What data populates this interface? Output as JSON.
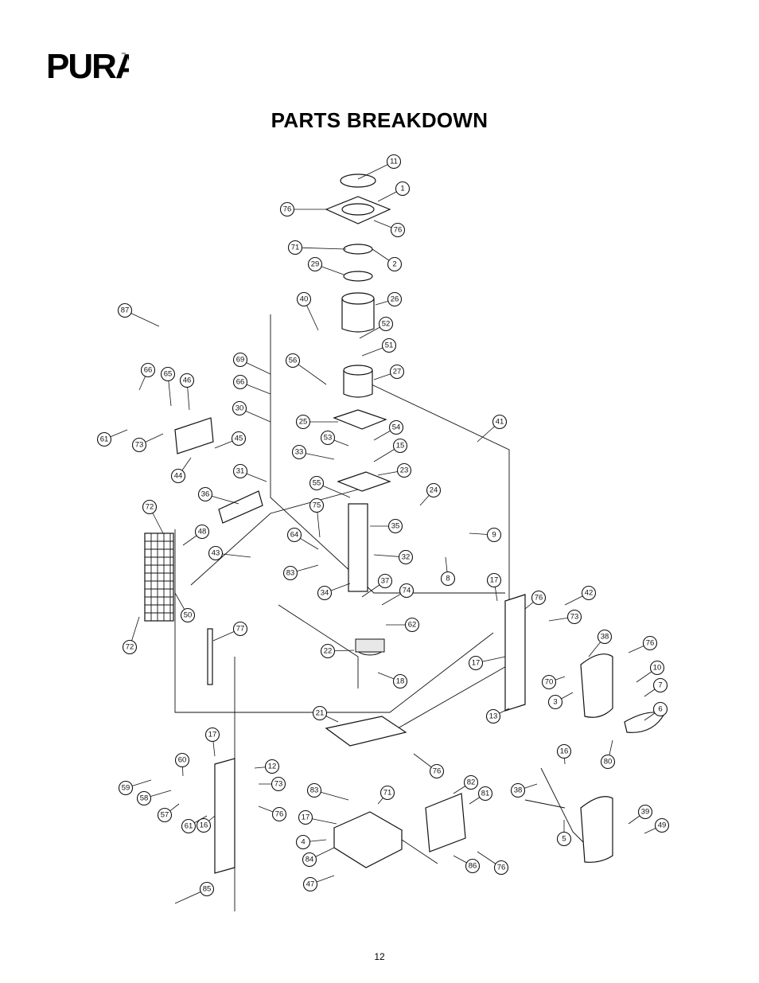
{
  "header": {
    "logo_text": "PURA",
    "trademark": "™"
  },
  "title": "PARTS BREAKDOWN",
  "page_number": "12",
  "callouts": [
    "11",
    "1",
    "76",
    "76",
    "71",
    "2",
    "29",
    "26",
    "40",
    "52",
    "87",
    "51",
    "69",
    "56",
    "27",
    "66",
    "66",
    "65",
    "46",
    "30",
    "41",
    "25",
    "54",
    "61",
    "73",
    "45",
    "53",
    "15",
    "33",
    "23",
    "44",
    "31",
    "24",
    "55",
    "36",
    "75",
    "72",
    "48",
    "35",
    "9",
    "64",
    "43",
    "32",
    "83",
    "8",
    "34",
    "37",
    "74",
    "17",
    "42",
    "76",
    "50",
    "62",
    "73",
    "77",
    "38",
    "72",
    "22",
    "76",
    "18",
    "17",
    "10",
    "70",
    "3",
    "7",
    "13",
    "21",
    "6",
    "80",
    "17",
    "12",
    "60",
    "76",
    "16",
    "73",
    "59",
    "82",
    "58",
    "38",
    "81",
    "71",
    "76",
    "83",
    "57",
    "17",
    "61",
    "4",
    "39",
    "49",
    "16",
    "5",
    "84",
    "76",
    "86",
    "47",
    "85"
  ]
}
